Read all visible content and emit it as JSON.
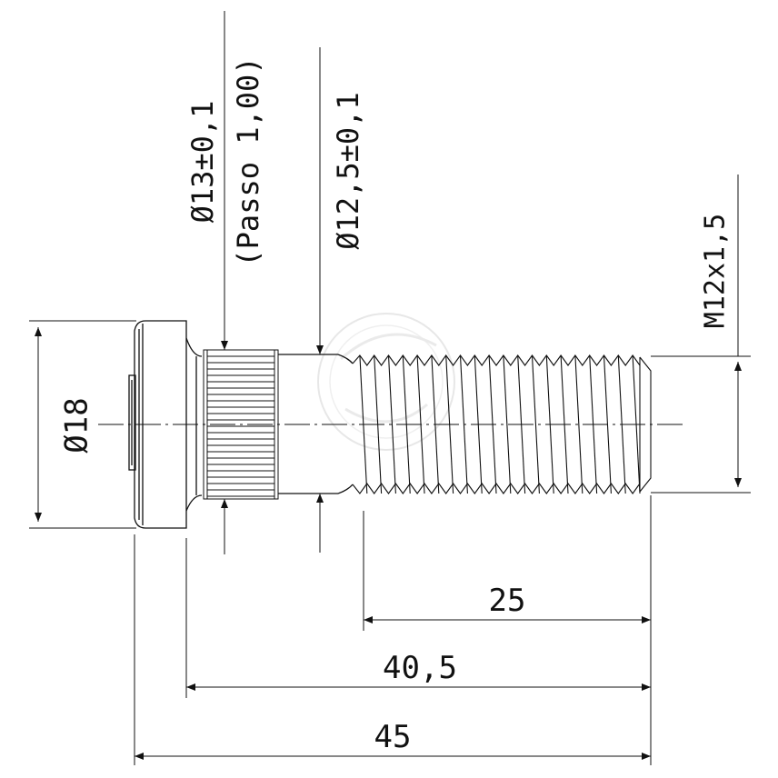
{
  "drawing": {
    "dimensions": {
      "head_diameter": "Ø18",
      "knurl_diameter": "Ø13±0,1",
      "knurl_pitch": "(Passo 1,00)",
      "neck_diameter": "Ø12,5±0,1",
      "thread_spec": "M12x1,5",
      "thread_length": "25",
      "shank_length": "40,5",
      "total_length": "45"
    },
    "colors": {
      "line": "#111111",
      "watermark": "#d8d8d8"
    }
  }
}
